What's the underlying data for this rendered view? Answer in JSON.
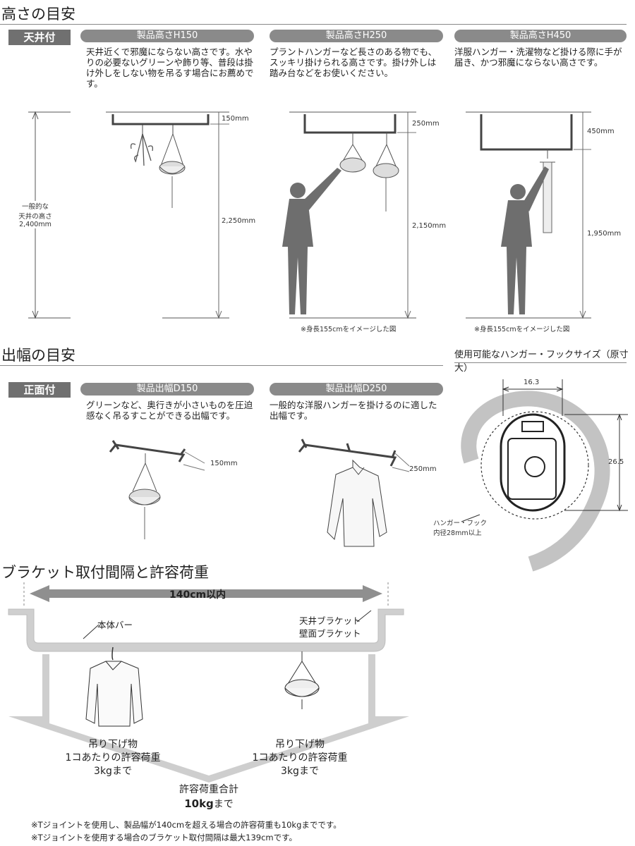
{
  "height_section": {
    "title": "高さの目安",
    "tag": "天井付",
    "ceiling_label": [
      "一般的な",
      "天井の高さ",
      "2,400mm"
    ],
    "products": [
      {
        "pill": "製品高さH150",
        "desc": "天井近くで邪魔にならない高さです。水やりの必要ないグリーンや飾り等、普段は掛け外しをしない物を吊るす場合にお薦めです。",
        "top_dim": "150mm",
        "bottom_dim": "2,250mm",
        "note": ""
      },
      {
        "pill": "製品高さH250",
        "desc": "プラントハンガーなど長さのある物でも、スッキリ掛けられる高さです。掛け外しは踏み台などをお使いください。",
        "top_dim": "250mm",
        "bottom_dim": "2,150mm",
        "note": "※身長155cmをイメージした図"
      },
      {
        "pill": "製品高さH450",
        "desc": "洋服ハンガー・洗濯物など掛ける際に手が届き、かつ邪魔にならない高さです。",
        "top_dim": "450mm",
        "bottom_dim": "1,950mm",
        "note": "※身長155cmをイメージした図"
      }
    ]
  },
  "depth_section": {
    "title": "出幅の目安",
    "tag": "正面付",
    "products": [
      {
        "pill": "製品出幅D150",
        "desc": "グリーンなど、奥行きが小さいものを圧迫感なく吊るすことができる出幅です。",
        "dim": "150mm"
      },
      {
        "pill": "製品出幅D250",
        "desc": "一般的な洋服ハンガーを掛けるのに適した出幅です。",
        "dim": "250mm"
      }
    ]
  },
  "hook_section": {
    "title": "使用可能なハンガー・フックサイズ（原寸大）",
    "width_dim": "16.3",
    "height_dim": "26.5",
    "hook_label": [
      "ハンガー・フック",
      "内径28mm以上"
    ]
  },
  "bracket_section": {
    "title": "ブラケット取付間隔と許容荷重",
    "span": "140cm以内",
    "bar_label": "本体バー",
    "bracket_label": [
      "天井ブラケット",
      "壁面ブラケット"
    ],
    "left_load": [
      "吊り下げ物",
      "1コあたりの許容荷重",
      "3kgまで"
    ],
    "right_load": [
      "吊り下げ物",
      "1コあたりの許容荷重",
      "3kgまで"
    ],
    "total_load": [
      "許容荷重合計"
    ],
    "total_value": "10kg",
    "total_suffix": "まで",
    "notes": [
      "※Tジョイントを使用し、製品幅が140cmを超える場合の許容荷重も10kgまでです。",
      "※Tジョイントを使用する場合のブラケット取付間隔は最大139cmです。"
    ]
  }
}
